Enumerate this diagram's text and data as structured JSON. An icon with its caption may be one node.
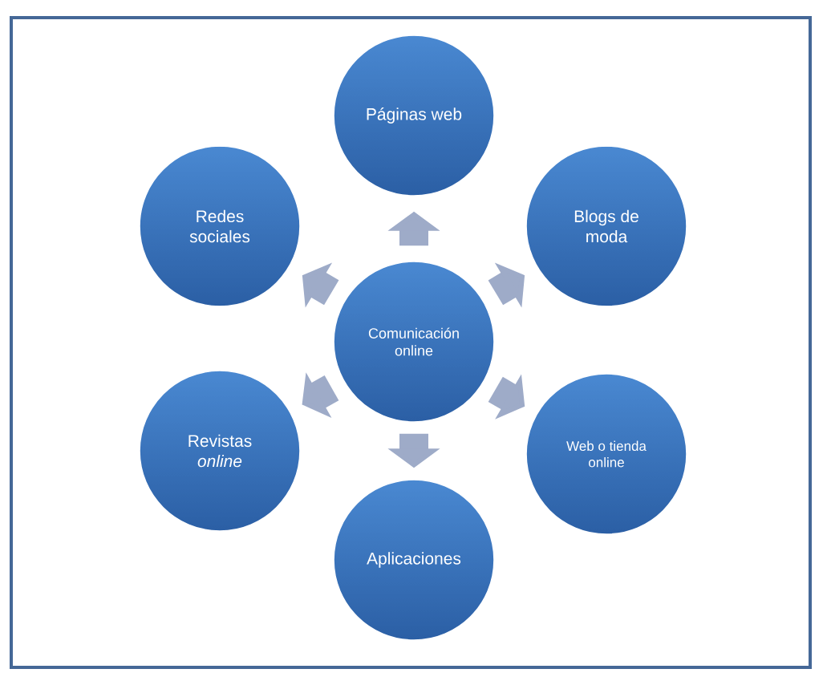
{
  "diagram": {
    "nodes": [
      {
        "text": [
          "Páginas web"
        ]
      },
      {
        "text": [
          "Redes sociales"
        ]
      },
      {
        "text": [
          "Blogs de moda"
        ]
      },
      {
        "text": [
          "Comunicación online"
        ]
      },
      {
        "text": [
          "Revistas *online*"
        ]
      },
      {
        "text": [
          "Web o tienda online"
        ]
      },
      {
        "text": [
          "Aplicaciones"
        ]
      }
    ],
    "edges": [
      {
        "from": 3,
        "to": 0,
        "arrow": "to"
      },
      {
        "from": 3,
        "to": 2,
        "arrow": "to"
      },
      {
        "from": 3,
        "to": 5,
        "arrow": "to"
      },
      {
        "from": 3,
        "to": 6,
        "arrow": "to"
      },
      {
        "from": 3,
        "to": 4,
        "arrow": "to"
      },
      {
        "from": 3,
        "to": 1,
        "arrow": "to"
      }
    ]
  }
}
